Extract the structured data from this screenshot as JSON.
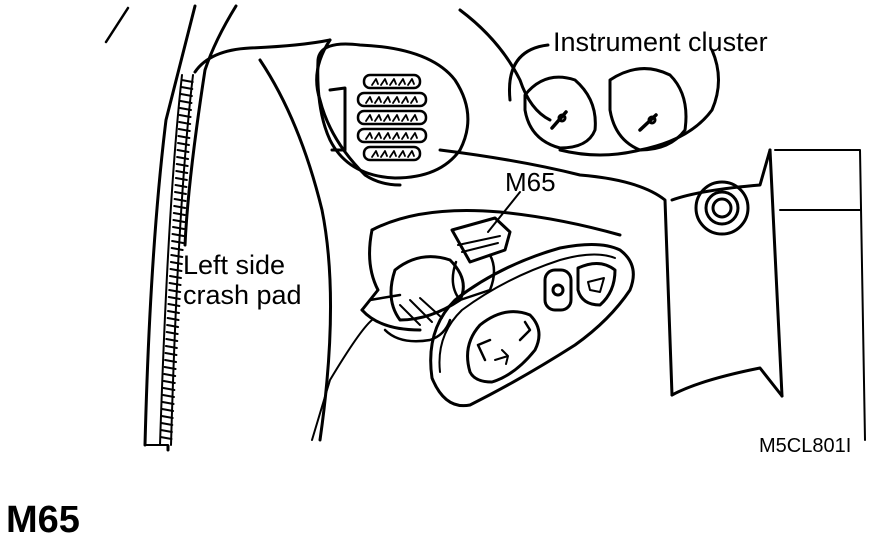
{
  "diagram": {
    "callouts": {
      "instrument_cluster": "Instrument cluster",
      "connector": "M65",
      "crash_pad_line1": "Left side",
      "crash_pad_line2": "crash pad"
    },
    "figure_code": "M5CL801I"
  },
  "footer": {
    "connector_id": "M65"
  }
}
